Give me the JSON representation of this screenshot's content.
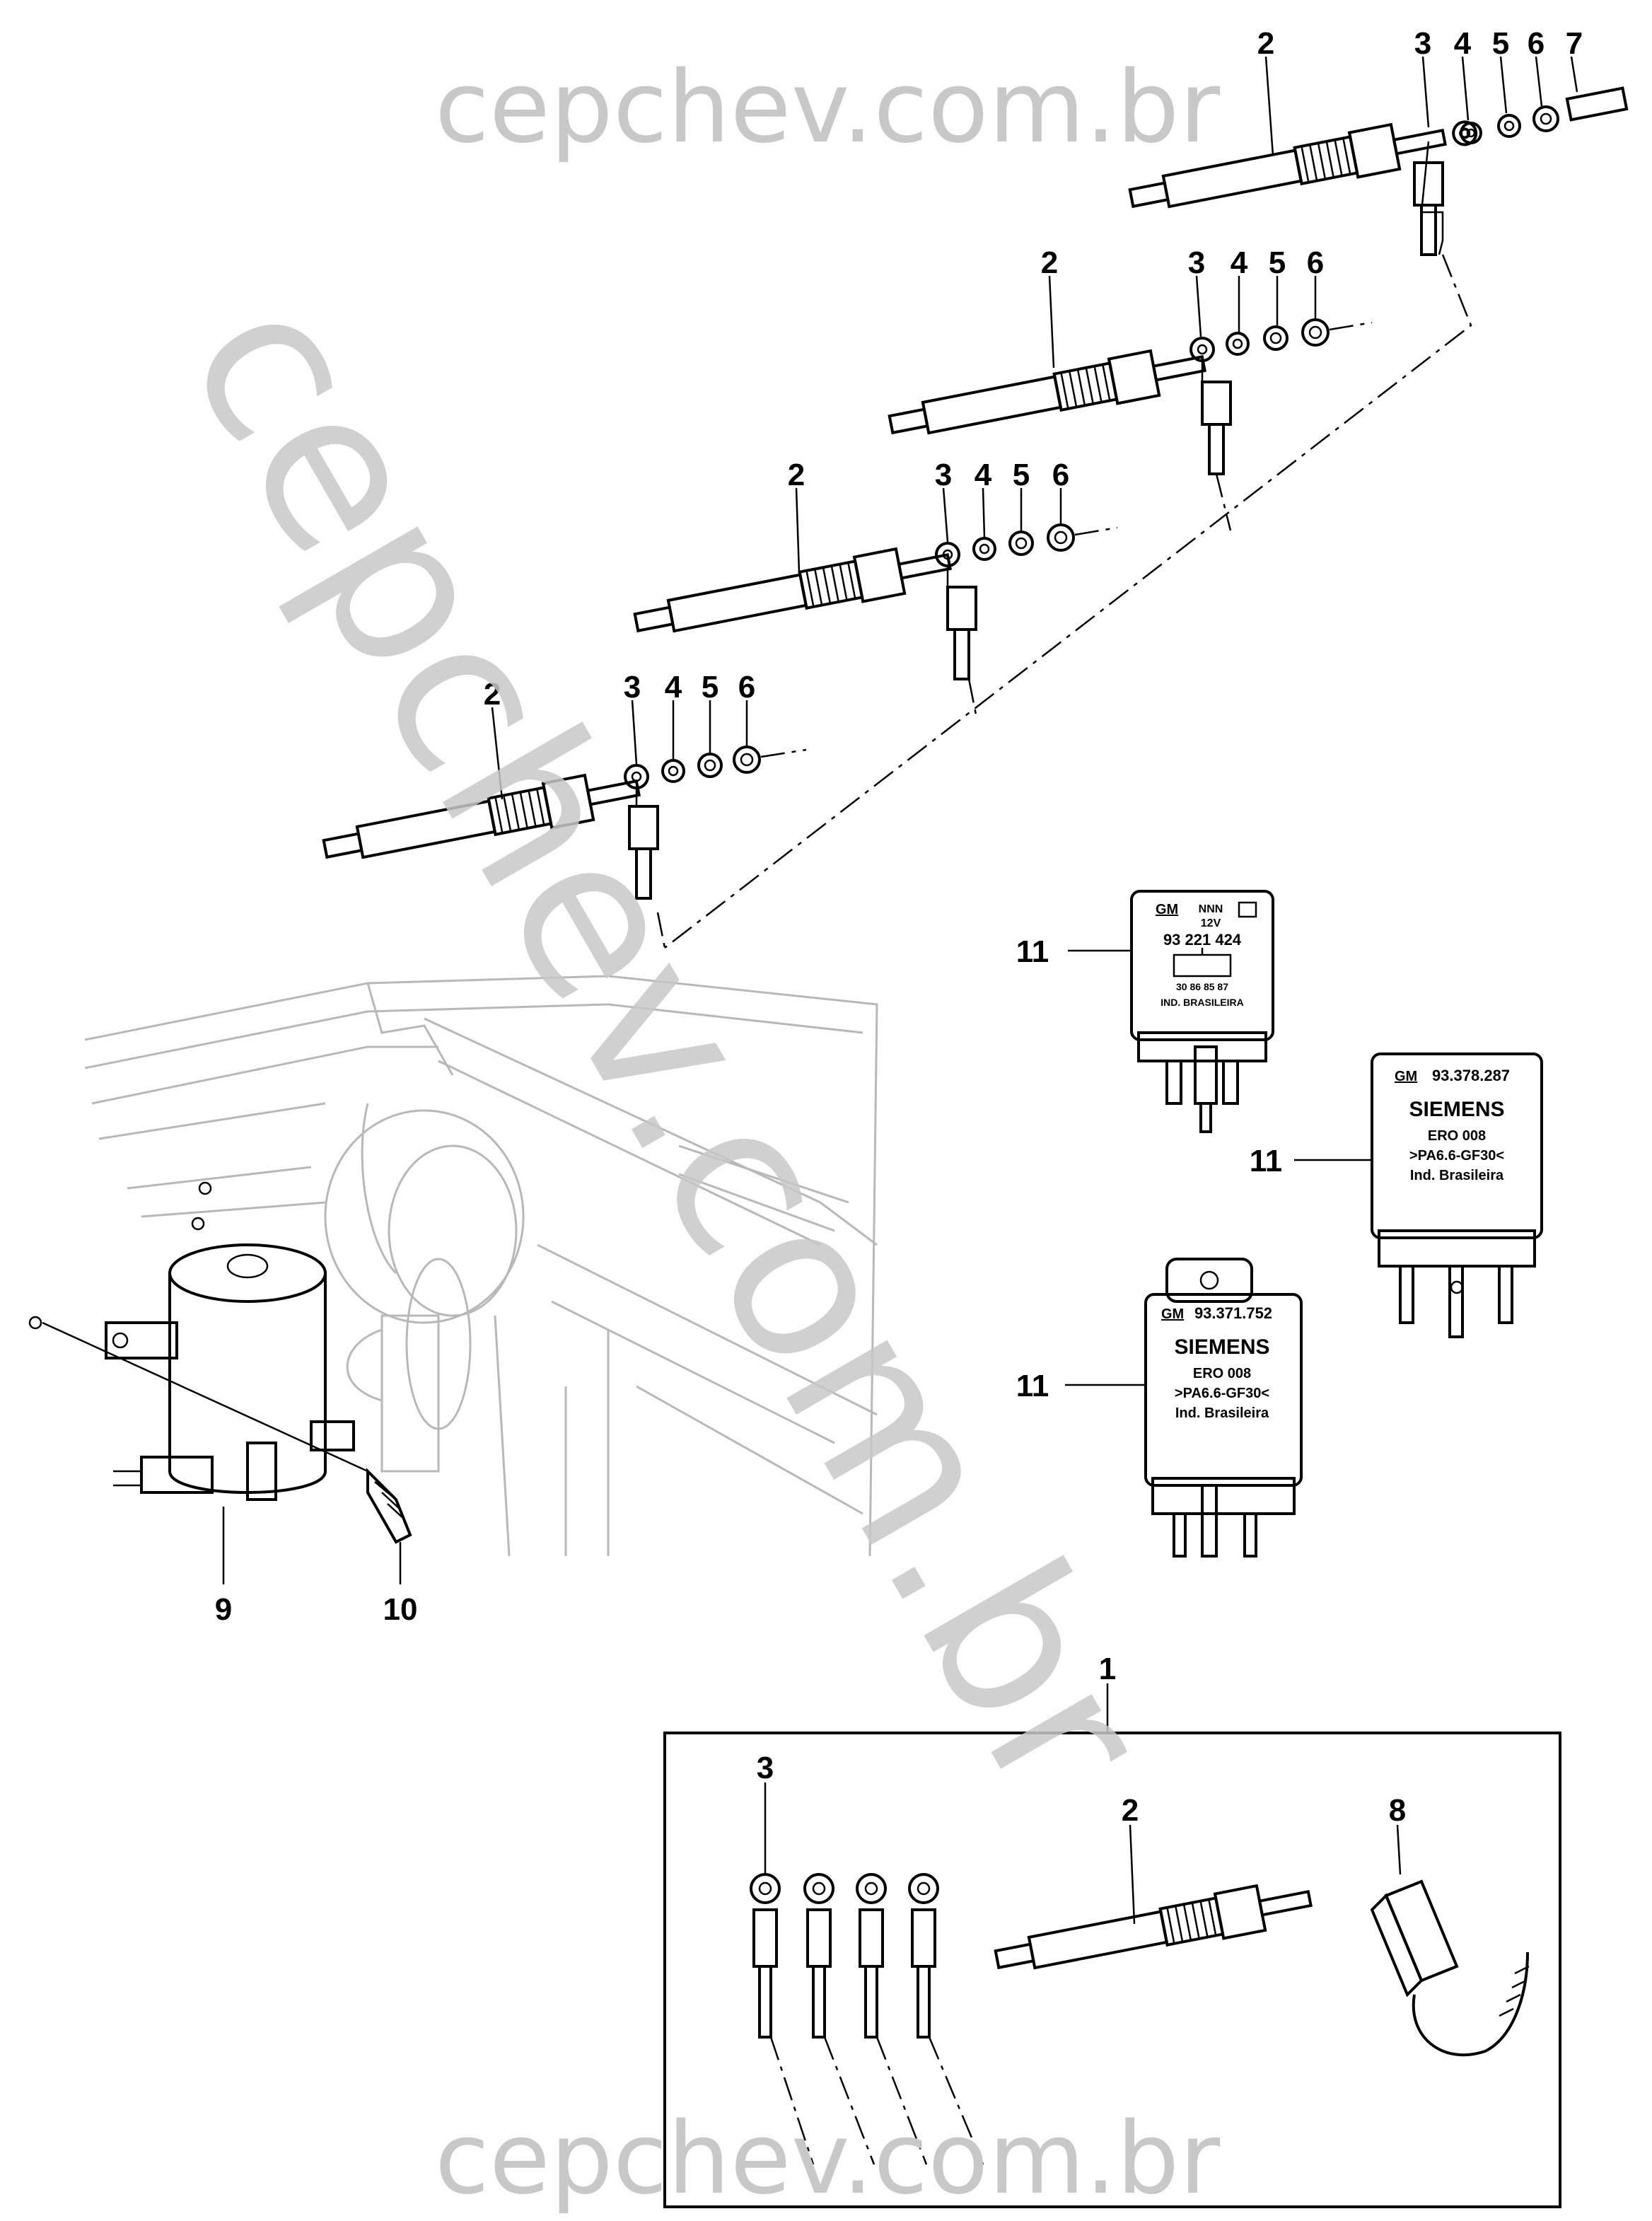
{
  "watermark": {
    "top": "cepchev.com.br",
    "bottom": "cepchev.com.br",
    "diagonal": "cepchev.com.br"
  },
  "callouts": {
    "row1": [
      "2",
      "3",
      "4",
      "5",
      "6",
      "7"
    ],
    "row2": [
      "2",
      "3",
      "4",
      "5",
      "6"
    ],
    "row3": [
      "2",
      "3",
      "4",
      "5",
      "6"
    ],
    "row4": [
      "2",
      "3",
      "4",
      "5",
      "6"
    ],
    "relays": [
      "11",
      "11",
      "11"
    ],
    "solenoid": [
      "9",
      "10"
    ],
    "kit": {
      "main": "1",
      "terminal": "3",
      "plug": "2",
      "connector": "8"
    }
  },
  "relay_gm": {
    "logo": "GM",
    "code": "NNN",
    "voltage": "12V",
    "part": "93 221 424",
    "pins": "30 86 85 87",
    "origin": "IND. BRASILEIRA"
  },
  "relay_siemens_a": {
    "logo": "GM",
    "part": "93.378.287",
    "brand": "SIEMENS",
    "model": "ERO 008",
    "material": ">PA6.6-GF30<",
    "origin": "Ind. Brasileira"
  },
  "relay_siemens_b": {
    "logo": "GM",
    "part": "93.371.752",
    "brand": "SIEMENS",
    "model": "ERO 008",
    "material": ">PA6.6-GF30<",
    "origin": "Ind. Brasileira"
  }
}
